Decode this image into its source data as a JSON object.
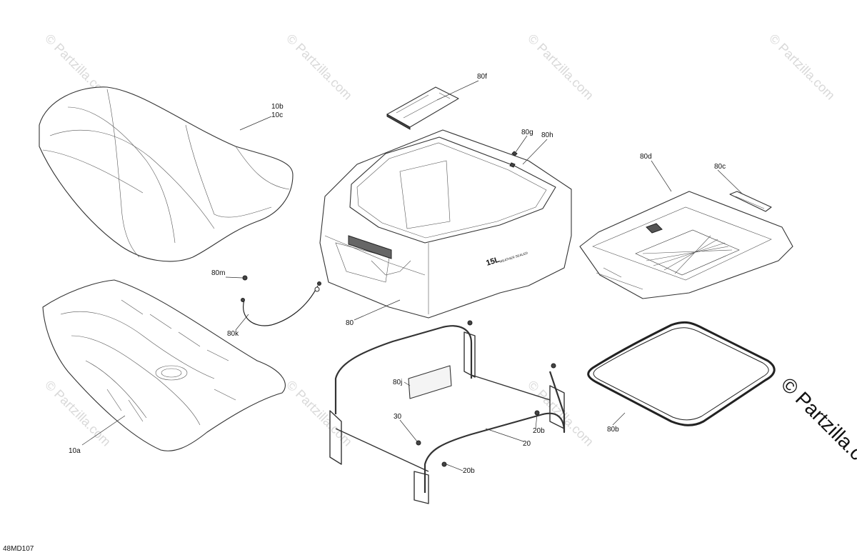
{
  "diagram": {
    "figure_id": "48MD107",
    "watermark": "© Partzilla.com",
    "callouts": {
      "c10b": "10b",
      "c10c": "10c",
      "c10a": "10a",
      "c80f": "80f",
      "c80g": "80g",
      "c80h": "80h",
      "c80d": "80d",
      "c80c": "80c",
      "c80m": "80m",
      "c80k": "80k",
      "c80": "80",
      "c80j": "80j",
      "c30": "30",
      "c20b_upper": "20b",
      "c20": "20",
      "c20b_lower": "20b",
      "c80b": "80b"
    },
    "box_marking": {
      "size": "15L",
      "caption": "WEATHER SEALED"
    }
  }
}
